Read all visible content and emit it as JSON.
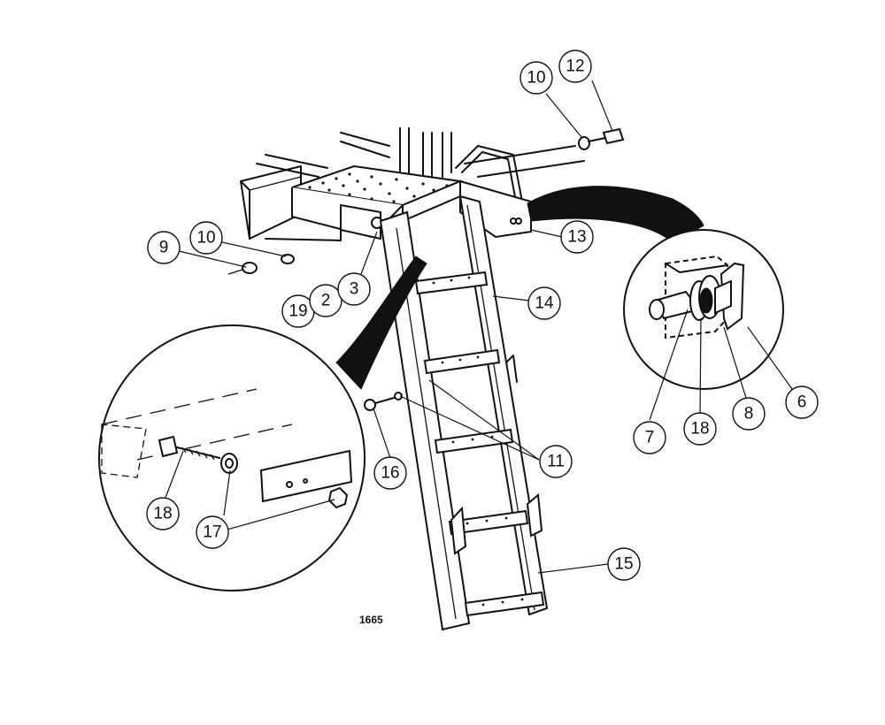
{
  "figure_number": "1665",
  "callouts": [
    {
      "id": "c10a",
      "label": "10"
    },
    {
      "id": "c12",
      "label": "12"
    },
    {
      "id": "c9",
      "label": "9"
    },
    {
      "id": "c10b",
      "label": "10"
    },
    {
      "id": "c13",
      "label": "13"
    },
    {
      "id": "c19",
      "label": "19"
    },
    {
      "id": "c2",
      "label": "2"
    },
    {
      "id": "c3",
      "label": "3"
    },
    {
      "id": "c14",
      "label": "14"
    },
    {
      "id": "c6",
      "label": "6"
    },
    {
      "id": "c7",
      "label": "7"
    },
    {
      "id": "c18a",
      "label": "18"
    },
    {
      "id": "c8",
      "label": "8"
    },
    {
      "id": "c16",
      "label": "16"
    },
    {
      "id": "c11",
      "label": "11"
    },
    {
      "id": "c18b",
      "label": "18"
    },
    {
      "id": "c17",
      "label": "17"
    },
    {
      "id": "c15",
      "label": "15"
    }
  ]
}
